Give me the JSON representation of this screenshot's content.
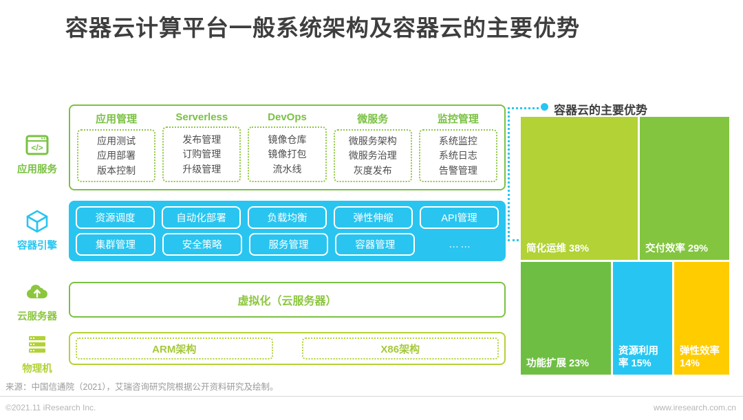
{
  "title": "容器云计算平台一般系统架构及容器云的主要优势",
  "sidebar": {
    "items": [
      {
        "label": "应用服务",
        "icon": "code-window-icon"
      },
      {
        "label": "容器引擎",
        "icon": "cube-icon"
      },
      {
        "label": "云服务器",
        "icon": "cloud-upload-icon"
      },
      {
        "label": "物理机",
        "icon": "server-rack-icon"
      }
    ]
  },
  "architecture": {
    "application_services": {
      "columns": [
        {
          "head": "应用管理",
          "items": [
            "应用测试",
            "应用部署",
            "版本控制"
          ]
        },
        {
          "head": "Serverless",
          "items": [
            "发布管理",
            "订购管理",
            "升级管理"
          ]
        },
        {
          "head": "DevOps",
          "items": [
            "镜像仓库",
            "镜像打包",
            "流水线"
          ]
        },
        {
          "head": "微服务",
          "items": [
            "微服务架构",
            "微服务治理",
            "灰度发布"
          ]
        },
        {
          "head": "监控管理",
          "items": [
            "系统监控",
            "系统日志",
            "告警管理"
          ]
        }
      ]
    },
    "container_engine": {
      "row1": [
        "资源调度",
        "自动化部署",
        "负载均衡",
        "弹性伸缩",
        "API管理"
      ],
      "row2": [
        "集群管理",
        "安全策略",
        "服务管理",
        "容器管理",
        "……"
      ]
    },
    "cloud_server": {
      "label": "虚拟化（云服务器）"
    },
    "physical_machine": {
      "cells": [
        "ARM架构",
        "X86架构"
      ]
    }
  },
  "chart_data": {
    "type": "treemap",
    "title": "容器云的主要优势",
    "categories": [
      "简化运维",
      "交付效率",
      "功能扩展",
      "资源利用率",
      "弹性效率"
    ],
    "values": [
      38,
      29,
      23,
      15,
      14
    ],
    "unit": "%",
    "labels": [
      "简化运维 38%",
      "交付效率 29%",
      "功能扩展 23%",
      "资源利用率 15%",
      "弹性效率 14%"
    ],
    "colors": [
      "#b2d235",
      "#83c53f",
      "#6fbe44",
      "#27c6f2",
      "#ffcc00"
    ],
    "legend": "none",
    "grid": false
  },
  "footer": {
    "source": "来源：中国信通院（2021），艾瑞咨询研究院根据公开资料研究及绘制。",
    "copyright": "©2021.11 iResearch Inc.",
    "website": "www.iresearch.com.cn"
  }
}
